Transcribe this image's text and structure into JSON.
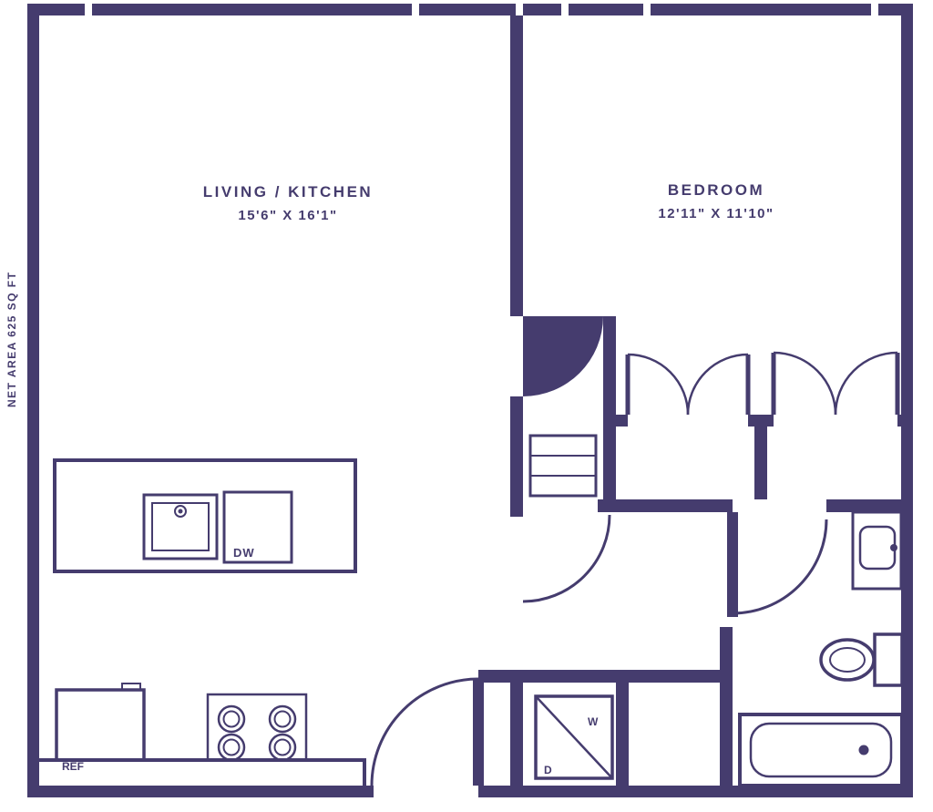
{
  "colors": {
    "ink": "#453c6e",
    "background": "#ffffff"
  },
  "rooms": {
    "living_kitchen": {
      "name": "LIVING / KITCHEN",
      "dimensions": "15'6\" X 16'1\""
    },
    "bedroom": {
      "name": "BEDROOM",
      "dimensions": "12'11\" X 11'10\""
    }
  },
  "annotations": {
    "area_note": "NET AREA 625 SQ FT"
  },
  "fixtures": {
    "dishwasher": "DW",
    "refrigerator": "REF",
    "washer": "W",
    "dryer": "D"
  }
}
